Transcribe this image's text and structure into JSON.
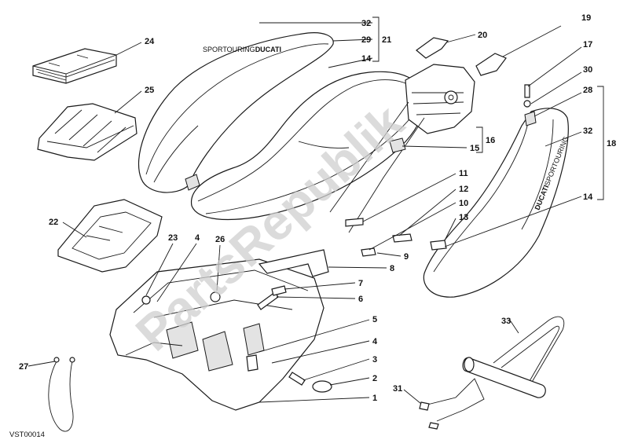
{
  "watermark": "PartsRepublik",
  "diagram_code": "VST00014",
  "seat_brand": "DUCATI",
  "seat_model": "SPORTOURING",
  "callouts": [
    {
      "id": "c32a",
      "label": "32"
    },
    {
      "id": "c29",
      "label": "29"
    },
    {
      "id": "c21",
      "label": "21"
    },
    {
      "id": "c14a",
      "label": "14"
    },
    {
      "id": "c24",
      "label": "24"
    },
    {
      "id": "c25",
      "label": "25"
    },
    {
      "id": "c20",
      "label": "20"
    },
    {
      "id": "c19",
      "label": "19"
    },
    {
      "id": "c17",
      "label": "17"
    },
    {
      "id": "c30",
      "label": "30"
    },
    {
      "id": "c28",
      "label": "28"
    },
    {
      "id": "c32b",
      "label": "32"
    },
    {
      "id": "c18",
      "label": "18"
    },
    {
      "id": "c16",
      "label": "16"
    },
    {
      "id": "c15",
      "label": "15"
    },
    {
      "id": "c11",
      "label": "11"
    },
    {
      "id": "c12",
      "label": "12"
    },
    {
      "id": "c10",
      "label": "10"
    },
    {
      "id": "c13",
      "label": "13"
    },
    {
      "id": "c14b",
      "label": "14"
    },
    {
      "id": "c9",
      "label": "9"
    },
    {
      "id": "c8",
      "label": "8"
    },
    {
      "id": "c7",
      "label": "7"
    },
    {
      "id": "c6",
      "label": "6"
    },
    {
      "id": "c5",
      "label": "5"
    },
    {
      "id": "c4b",
      "label": "4"
    },
    {
      "id": "c3",
      "label": "3"
    },
    {
      "id": "c2",
      "label": "2"
    },
    {
      "id": "c1",
      "label": "1"
    },
    {
      "id": "c22",
      "label": "22"
    },
    {
      "id": "c23",
      "label": "23"
    },
    {
      "id": "c4a",
      "label": "4"
    },
    {
      "id": "c26",
      "label": "26"
    },
    {
      "id": "c27",
      "label": "27"
    },
    {
      "id": "c31",
      "label": "31"
    },
    {
      "id": "c33",
      "label": "33"
    }
  ]
}
